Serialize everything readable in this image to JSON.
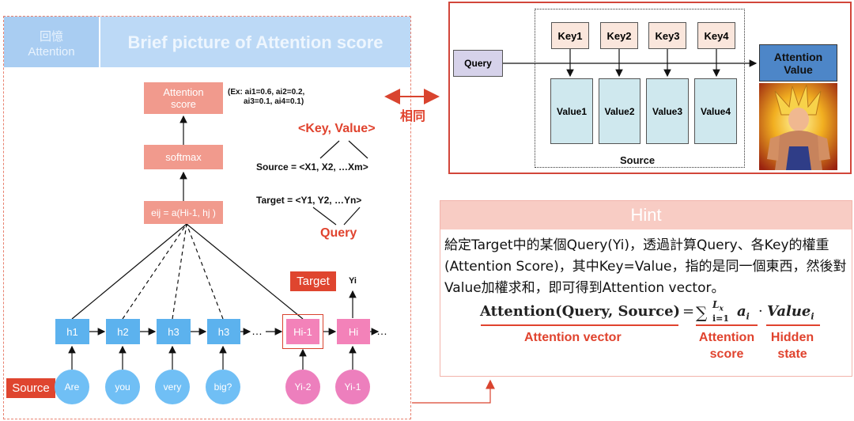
{
  "left": {
    "header_small_line1": "回憶",
    "header_small_line2": "Attention",
    "header_title": "Brief picture of Attention score",
    "attention_score_line1": "Attention",
    "attention_score_line2": "score",
    "example_line1": "(Ex: ai1=0.6, ai2=0.2,",
    "example_line2": "ai3=0.1, ai4=0.1)",
    "softmax": "softmax",
    "eij": "eij = a(Hi-1, hj )",
    "kv_label": "<Key, Value>",
    "source_eq": "Source = <X1, X2, …Xm>",
    "target_eq": "Target = <Y1, Y2, …Yn>",
    "query_label": "Query",
    "target_tag": "Target",
    "yi": "Yi",
    "source_tag": "Source",
    "hidden": [
      "h1",
      "h2",
      "h3",
      "h3",
      "Hi-1",
      "Hi"
    ],
    "ellipsis": "…",
    "inputs": [
      "Are",
      "you",
      "very",
      "big?",
      "Yi-2",
      "Yi-1"
    ]
  },
  "same_label": "相同",
  "right": {
    "query": "Query",
    "keys": [
      "Key1",
      "Key2",
      "Key3",
      "Key4"
    ],
    "values": [
      "Value1",
      "Value2",
      "Value3",
      "Value4"
    ],
    "source": "Source",
    "attention_value_line1": "Attention",
    "attention_value_line2": "Value"
  },
  "hint": {
    "title": "Hint",
    "text": "給定Target中的某個Query(Yi)，透過計算Query、各Key的權重(Attention Score)，其中Key=Value，指的是同一個東西，然後對Value加權求和，即可得到Attention vector。",
    "formula_lhs": "Attention(Query, Source)",
    "formula_eq": "=",
    "formula_sum_upper": "L",
    "formula_sum_upper_sub": "x",
    "formula_sum_lower": "i=1",
    "formula_a": "a",
    "formula_a_sub": "i",
    "formula_dot": "·",
    "formula_value": "Value",
    "formula_value_sub": "i",
    "label_vector": "Attention vector",
    "label_score_line1": "Attention",
    "label_score_line2": "score",
    "label_hidden_line1": "Hidden",
    "label_hidden_line2": "state"
  },
  "colors": {
    "accent_red": "#e0432e",
    "salmon": "#f19a8d",
    "hidden_blue": "#5cb2ee",
    "hidden_pink": "#f382b9",
    "attention_value_blue": "#4d86c8"
  }
}
